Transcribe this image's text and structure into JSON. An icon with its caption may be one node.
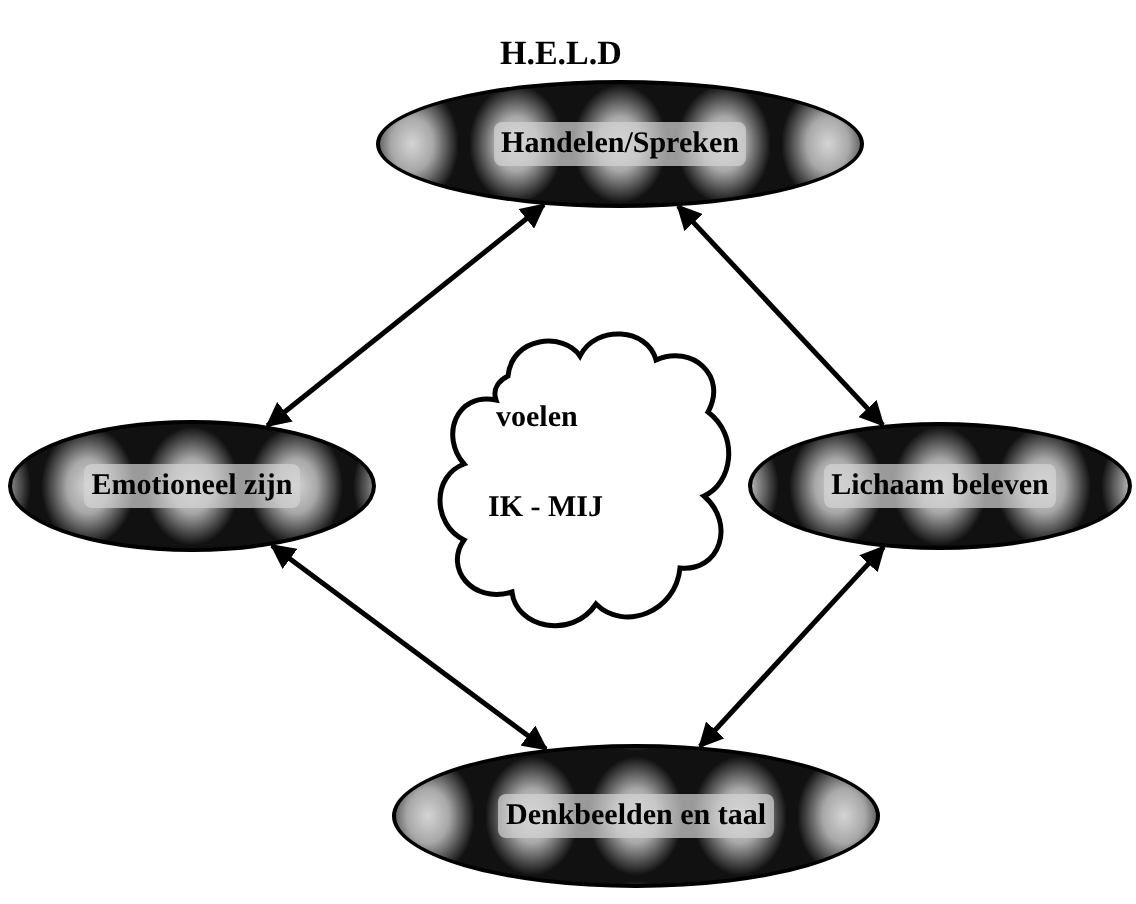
{
  "diagram": {
    "nodes": [
      {
        "text": [
          "H.E.L.D",
          "Handelen/Spreken"
        ]
      },
      {
        "text": [
          "Emotioneel zijn"
        ]
      },
      {
        "text": [
          "voelen",
          "IK - MIJ"
        ]
      },
      {
        "text": [
          "Lichaam beleven"
        ]
      },
      {
        "text": [
          "Denkbeelden en taal"
        ]
      }
    ],
    "edges": [
      {
        "from": 0,
        "to": 1,
        "arrow": "both"
      },
      {
        "from": 0,
        "to": 3,
        "arrow": "both"
      },
      {
        "from": 1,
        "to": 4,
        "arrow": "both"
      },
      {
        "from": 3,
        "to": 4,
        "arrow": "both"
      }
    ]
  }
}
